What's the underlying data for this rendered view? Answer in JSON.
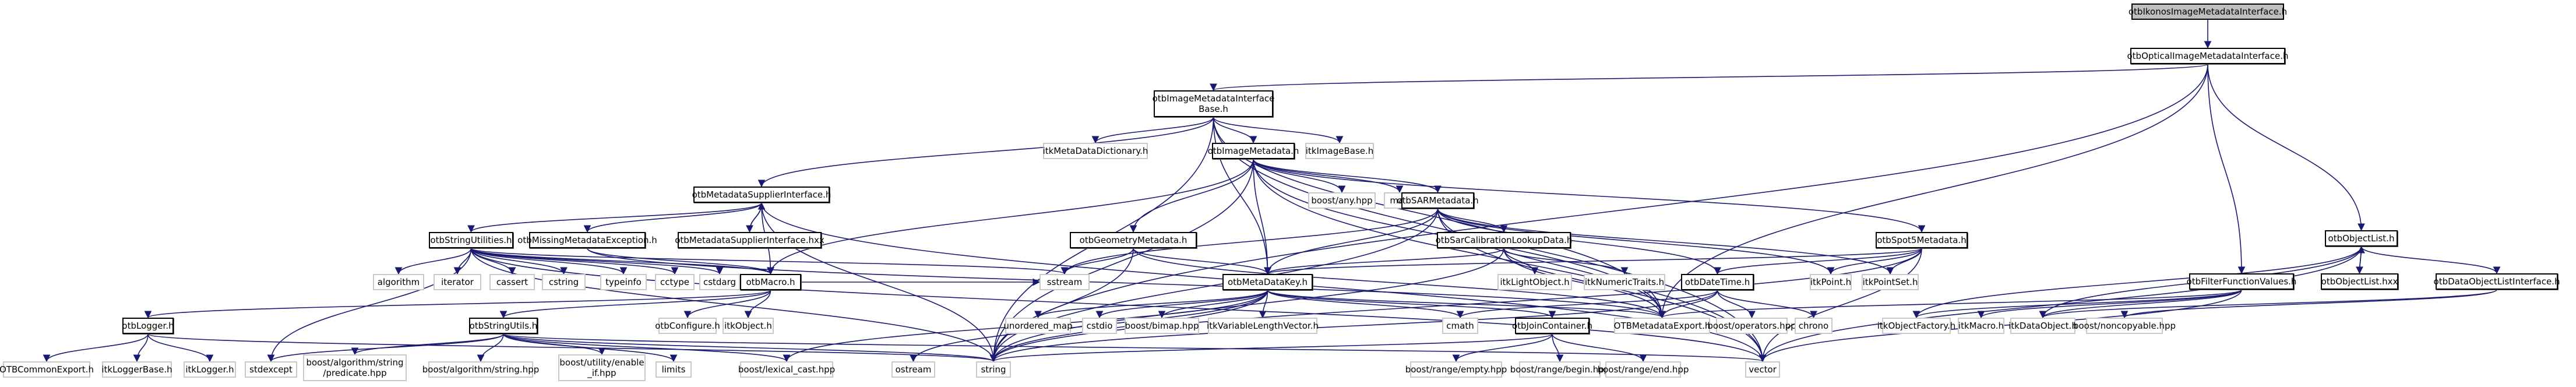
{
  "title": "otbIkonosImageMetadataInterface.h include dependency graph",
  "colors": {
    "edge": "#191970",
    "root_fill": "#bfbfbf",
    "ext_border": "#c8c8c8",
    "main_border": "#000000"
  },
  "nodes": [
    {
      "id": "ikonos",
      "label": "otbIkonosImageMetadataInterface.h",
      "kind": "root"
    },
    {
      "id": "optical",
      "label": "otbOpticalImageMetadataInterface.h",
      "kind": "main"
    },
    {
      "id": "imibase",
      "label": "otbImageMetadataInterface\nBase.h",
      "kind": "main"
    },
    {
      "id": "objlist",
      "label": "otbObjectList.h",
      "kind": "main"
    },
    {
      "id": "mddict",
      "label": "itkMetaDataDictionary.h",
      "kind": "ext"
    },
    {
      "id": "imgmeta",
      "label": "otbImageMetadata.h",
      "kind": "main"
    },
    {
      "id": "imgbase",
      "label": "itkImageBase.h",
      "kind": "ext"
    },
    {
      "id": "mdsupp",
      "label": "otbMetadataSupplierInterface.h",
      "kind": "main"
    },
    {
      "id": "anyhpp",
      "label": "boost/any.hpp",
      "kind": "ext"
    },
    {
      "id": "map",
      "label": "map",
      "kind": "ext"
    },
    {
      "id": "sarmeta",
      "label": "otbSARMetadata.h",
      "kind": "main"
    },
    {
      "id": "strutil",
      "label": "otbStringUtilities.h",
      "kind": "main"
    },
    {
      "id": "missing",
      "label": "otbMissingMetadataException.h",
      "kind": "main"
    },
    {
      "id": "mdsupphxx",
      "label": "otbMetadataSupplierInterface.hxx",
      "kind": "main"
    },
    {
      "id": "geometa",
      "label": "otbGeometryMetadata.h",
      "kind": "main"
    },
    {
      "id": "sarcal",
      "label": "otbSarCalibrationLookupData.h",
      "kind": "main"
    },
    {
      "id": "spot5",
      "label": "otbSpot5Metadata.h",
      "kind": "main"
    },
    {
      "id": "filterfv",
      "label": "otbFilterFunctionValues.h",
      "kind": "main"
    },
    {
      "id": "objlisthxx",
      "label": "otbObjectList.hxx",
      "kind": "main"
    },
    {
      "id": "dataobjli",
      "label": "otbDataObjectListInterface.h",
      "kind": "main"
    },
    {
      "id": "algorithm",
      "label": "algorithm",
      "kind": "ext"
    },
    {
      "id": "iterator",
      "label": "iterator",
      "kind": "ext"
    },
    {
      "id": "cassert",
      "label": "cassert",
      "kind": "ext"
    },
    {
      "id": "cstring",
      "label": "cstring",
      "kind": "ext"
    },
    {
      "id": "typeinfo",
      "label": "typeinfo",
      "kind": "ext"
    },
    {
      "id": "cctype",
      "label": "cctype",
      "kind": "ext"
    },
    {
      "id": "cstdarg",
      "label": "cstdarg",
      "kind": "ext"
    },
    {
      "id": "otbmacro",
      "label": "otbMacro.h",
      "kind": "main"
    },
    {
      "id": "sstream",
      "label": "sstream",
      "kind": "ext"
    },
    {
      "id": "mdkey",
      "label": "otbMetaDataKey.h",
      "kind": "main"
    },
    {
      "id": "lightobj",
      "label": "itkLightObject.h",
      "kind": "ext"
    },
    {
      "id": "numtraits",
      "label": "itkNumericTraits.h",
      "kind": "ext"
    },
    {
      "id": "datetime",
      "label": "otbDateTime.h",
      "kind": "main"
    },
    {
      "id": "itkpoint",
      "label": "itkPoint.h",
      "kind": "ext"
    },
    {
      "id": "itkpointset",
      "label": "itkPointSet.h",
      "kind": "ext"
    },
    {
      "id": "logger",
      "label": "otbLogger.h",
      "kind": "main"
    },
    {
      "id": "strutils",
      "label": "otbStringUtils.h",
      "kind": "main"
    },
    {
      "id": "otbconf",
      "label": "otbConfigure.h",
      "kind": "ext"
    },
    {
      "id": "itkobject",
      "label": "itkObject.h",
      "kind": "ext"
    },
    {
      "id": "unordmap",
      "label": "unordered_map",
      "kind": "ext"
    },
    {
      "id": "cstdio",
      "label": "cstdio",
      "kind": "ext"
    },
    {
      "id": "bimap",
      "label": "boost/bimap.hpp",
      "kind": "ext"
    },
    {
      "id": "varlen",
      "label": "itkVariableLengthVector.h",
      "kind": "ext"
    },
    {
      "id": "cmath",
      "label": "cmath",
      "kind": "ext"
    },
    {
      "id": "joincont",
      "label": "otbJoinContainer.h",
      "kind": "main"
    },
    {
      "id": "otbmdexp",
      "label": "OTBMetadataExport.h",
      "kind": "ext"
    },
    {
      "id": "operators",
      "label": "boost/operators.hpp",
      "kind": "ext"
    },
    {
      "id": "chrono",
      "label": "chrono",
      "kind": "ext"
    },
    {
      "id": "objfactory",
      "label": "itkObjectFactory.h",
      "kind": "ext"
    },
    {
      "id": "itkmacro",
      "label": "itkMacro.h",
      "kind": "ext"
    },
    {
      "id": "dataobj",
      "label": "itkDataObject.h",
      "kind": "ext"
    },
    {
      "id": "noncopy",
      "label": "boost/noncopyable.hpp",
      "kind": "ext"
    },
    {
      "id": "commonexp",
      "label": "OTBCommonExport.h",
      "kind": "ext"
    },
    {
      "id": "loggerbase",
      "label": "itkLoggerBase.h",
      "kind": "ext"
    },
    {
      "id": "itklogger",
      "label": "itkLogger.h",
      "kind": "ext"
    },
    {
      "id": "stdexcept",
      "label": "stdexcept",
      "kind": "ext"
    },
    {
      "id": "predicate",
      "label": "boost/algorithm/string\n/predicate.hpp",
      "kind": "ext"
    },
    {
      "id": "algstring",
      "label": "boost/algorithm/string.hpp",
      "kind": "ext"
    },
    {
      "id": "enableif",
      "label": "boost/utility/enable\n_if.hpp",
      "kind": "ext"
    },
    {
      "id": "limits",
      "label": "limits",
      "kind": "ext"
    },
    {
      "id": "lexcast",
      "label": "boost/lexical_cast.hpp",
      "kind": "ext"
    },
    {
      "id": "ostream",
      "label": "ostream",
      "kind": "ext"
    },
    {
      "id": "string",
      "label": "string",
      "kind": "ext"
    },
    {
      "id": "rangeempty",
      "label": "boost/range/empty.hpp",
      "kind": "ext"
    },
    {
      "id": "rangebegin",
      "label": "boost/range/begin.hpp",
      "kind": "ext"
    },
    {
      "id": "rangeend",
      "label": "boost/range/end.hpp",
      "kind": "ext"
    },
    {
      "id": "vector",
      "label": "vector",
      "kind": "ext"
    }
  ],
  "edges": [
    [
      "ikonos",
      "optical"
    ],
    [
      "optical",
      "imibase"
    ],
    [
      "optical",
      "objlist"
    ],
    [
      "optical",
      "filterfv"
    ],
    [
      "optical",
      "otbmdexp"
    ],
    [
      "optical",
      "string"
    ],
    [
      "imibase",
      "mddict"
    ],
    [
      "imibase",
      "imgmeta"
    ],
    [
      "imibase",
      "imgbase"
    ],
    [
      "imibase",
      "mdsupp"
    ],
    [
      "imibase",
      "mdkey"
    ],
    [
      "imibase",
      "string"
    ],
    [
      "imibase",
      "otbmdexp"
    ],
    [
      "imibase",
      "vector"
    ],
    [
      "imgmeta",
      "anyhpp"
    ],
    [
      "imgmeta",
      "map"
    ],
    [
      "imgmeta",
      "sarmeta"
    ],
    [
      "imgmeta",
      "geometa"
    ],
    [
      "imgmeta",
      "mdkey"
    ],
    [
      "imgmeta",
      "otbmacro"
    ],
    [
      "imgmeta",
      "spot5"
    ],
    [
      "imgmeta",
      "string"
    ],
    [
      "imgmeta",
      "vector"
    ],
    [
      "imgmeta",
      "otbmdexp"
    ],
    [
      "mdsupp",
      "strutil"
    ],
    [
      "mdsupp",
      "missing"
    ],
    [
      "mdsupp",
      "mdsupphxx"
    ],
    [
      "mdsupp",
      "otbmacro"
    ],
    [
      "mdsupp",
      "string"
    ],
    [
      "mdsupp",
      "vector"
    ],
    [
      "mdsupphxx",
      "mdsupp"
    ],
    [
      "sarmeta",
      "sarcal"
    ],
    [
      "sarmeta",
      "mdkey"
    ],
    [
      "sarmeta",
      "datetime"
    ],
    [
      "sarmeta",
      "itkpoint"
    ],
    [
      "sarmeta",
      "itkpointset"
    ],
    [
      "sarmeta",
      "sstream"
    ],
    [
      "sarmeta",
      "string"
    ],
    [
      "sarmeta",
      "vector"
    ],
    [
      "sarmeta",
      "otbmdexp"
    ],
    [
      "strutil",
      "algorithm"
    ],
    [
      "strutil",
      "iterator"
    ],
    [
      "strutil",
      "cassert"
    ],
    [
      "strutil",
      "cstring"
    ],
    [
      "strutil",
      "typeinfo"
    ],
    [
      "strutil",
      "cctype"
    ],
    [
      "strutil",
      "cstdarg"
    ],
    [
      "strutil",
      "otbmacro"
    ],
    [
      "strutil",
      "sstream"
    ],
    [
      "strutil",
      "string"
    ],
    [
      "strutil",
      "vector"
    ],
    [
      "strutil",
      "stdexcept"
    ],
    [
      "missing",
      "otbmacro"
    ],
    [
      "missing",
      "otbmdexp"
    ],
    [
      "geometa",
      "sstream"
    ],
    [
      "geometa",
      "mdkey"
    ],
    [
      "geometa",
      "otbmdexp"
    ],
    [
      "geometa",
      "string"
    ],
    [
      "sarcal",
      "mdkey"
    ],
    [
      "sarcal",
      "lightobj"
    ],
    [
      "sarcal",
      "numtraits"
    ],
    [
      "sarcal",
      "otbmdexp"
    ],
    [
      "sarcal",
      "string"
    ],
    [
      "spot5",
      "itkpoint"
    ],
    [
      "spot5",
      "itkpointset"
    ],
    [
      "spot5",
      "datetime"
    ],
    [
      "spot5",
      "mdkey"
    ],
    [
      "spot5",
      "string"
    ],
    [
      "spot5",
      "vector"
    ],
    [
      "otbmacro",
      "logger"
    ],
    [
      "otbmacro",
      "otbconf"
    ],
    [
      "otbmacro",
      "itkobject"
    ],
    [
      "otbmacro",
      "strutils"
    ],
    [
      "otbmacro",
      "sstream"
    ],
    [
      "mdkey",
      "unordmap"
    ],
    [
      "mdkey",
      "cstdio"
    ],
    [
      "mdkey",
      "bimap"
    ],
    [
      "mdkey",
      "varlen"
    ],
    [
      "mdkey",
      "cmath"
    ],
    [
      "mdkey",
      "joincont"
    ],
    [
      "mdkey",
      "otbmdexp"
    ],
    [
      "mdkey",
      "string"
    ],
    [
      "mdkey",
      "ostream"
    ],
    [
      "mdkey",
      "lexcast"
    ],
    [
      "datetime",
      "otbmdexp"
    ],
    [
      "datetime",
      "operators"
    ],
    [
      "datetime",
      "chrono"
    ],
    [
      "datetime",
      "cmath"
    ],
    [
      "datetime",
      "string"
    ],
    [
      "logger",
      "commonexp"
    ],
    [
      "logger",
      "loggerbase"
    ],
    [
      "logger",
      "itklogger"
    ],
    [
      "logger",
      "string"
    ],
    [
      "strutils",
      "stdexcept"
    ],
    [
      "strutils",
      "predicate"
    ],
    [
      "strutils",
      "algstring"
    ],
    [
      "strutils",
      "enableif"
    ],
    [
      "strutils",
      "limits"
    ],
    [
      "strutils",
      "lexcast"
    ],
    [
      "strutils",
      "string"
    ],
    [
      "strutils",
      "vector"
    ],
    [
      "joincont",
      "rangeempty"
    ],
    [
      "joincont",
      "rangebegin"
    ],
    [
      "joincont",
      "rangeend"
    ],
    [
      "joincont",
      "string"
    ],
    [
      "objlist",
      "objlisthxx"
    ],
    [
      "objlisthxx",
      "objlist"
    ],
    [
      "objlist",
      "dataobjli"
    ],
    [
      "objlist",
      "dataobj"
    ],
    [
      "objlist",
      "objfactory"
    ],
    [
      "objlist",
      "vector"
    ],
    [
      "filterfv",
      "objfactory"
    ],
    [
      "filterfv",
      "itkmacro"
    ],
    [
      "filterfv",
      "dataobj"
    ],
    [
      "filterfv",
      "vector"
    ],
    [
      "filterfv",
      "otbmdexp"
    ],
    [
      "dataobjli",
      "dataobj"
    ],
    [
      "dataobjli",
      "noncopy"
    ]
  ]
}
